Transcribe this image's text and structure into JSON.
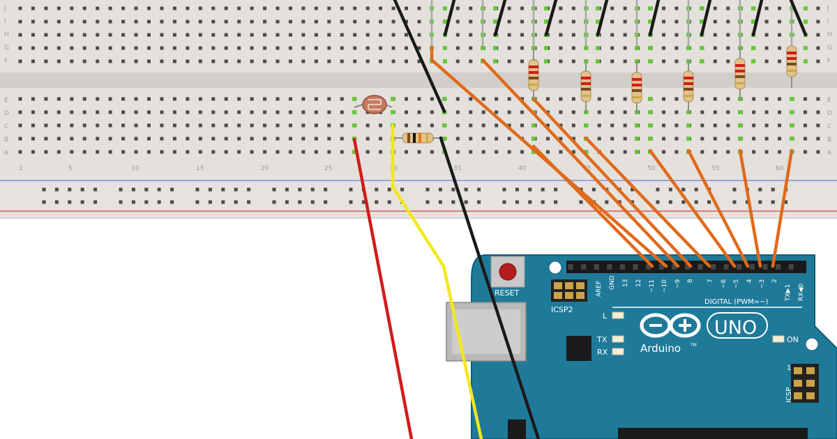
{
  "breadboard": {
    "row_letters_top": [
      "J",
      "I",
      "H",
      "G",
      "F"
    ],
    "row_letters_bottom": [
      "E",
      "D",
      "C",
      "B",
      "A"
    ],
    "column_numbers": [
      "1",
      "5",
      "10",
      "15",
      "20",
      "25",
      "30",
      "35",
      "40",
      "45",
      "50",
      "55",
      "60"
    ]
  },
  "arduino": {
    "reset_label": "RESET",
    "icsp2_label": "ICSP2",
    "icsp_label": "ICSP",
    "icsp_pin1_label": "1",
    "digital_label": "DIGITAL (PWM=~)",
    "pin_labels": [
      "AREF",
      "GND",
      "13",
      "12",
      "~11",
      "~10",
      "~9",
      "8",
      "7",
      "~6",
      "~5",
      "4",
      "~3",
      "2",
      "TX▶1",
      "RX◀0"
    ],
    "led_l": "L",
    "led_tx": "TX",
    "led_rx": "RX",
    "led_on": "ON",
    "brand": "Arduino",
    "trademark": "TM",
    "model": "UNO"
  },
  "colors": {
    "board_teal": "#1f7a99",
    "board_edge": "#0e5d78",
    "wire_orange": "#e06a1b",
    "wire_black": "#1a1a1a",
    "wire_red": "#d11b1b",
    "wire_yellow": "#f2e71c",
    "breadboard_bg": "#e4e1dc",
    "hole_green": "#68c73c"
  }
}
